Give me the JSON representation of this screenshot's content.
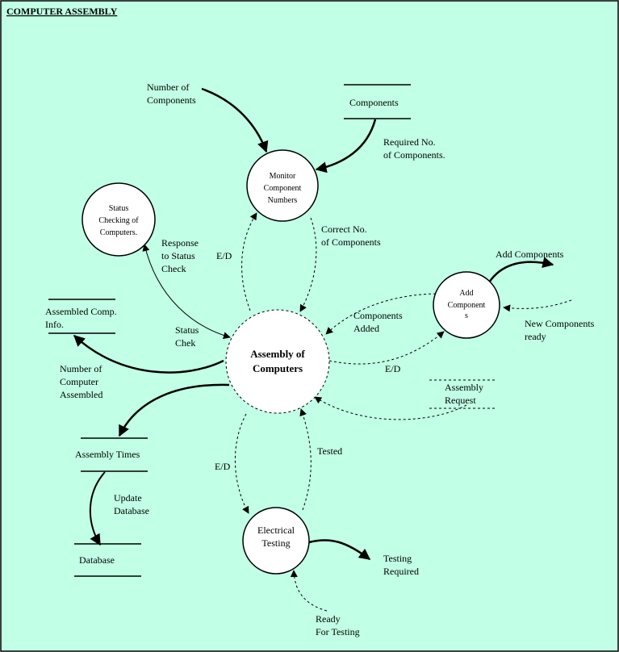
{
  "diagram": {
    "title": "COMPUTER ASSEMBLY",
    "colors": {
      "background": "#c1ffe6",
      "stroke": "#000000",
      "node_fill": "#ffffff"
    },
    "processes": {
      "assembly": [
        "Assembly of",
        "Computers"
      ],
      "monitor": [
        "Monitor",
        "Component",
        "Numbers"
      ],
      "status": [
        "Status",
        "Checking of",
        "Computers."
      ],
      "add": [
        "Add",
        "Component",
        "s"
      ],
      "testing": [
        "Electrical",
        "Testing"
      ]
    },
    "stores": {
      "components": "Components",
      "assembled_info": [
        "Assembled Comp.",
        "Info."
      ],
      "assembly_times": "Assembly Times",
      "database": "Database",
      "assembly_request": [
        "Assembly",
        "Request"
      ]
    },
    "flows": {
      "number_of_components": [
        "Number of",
        "Components"
      ],
      "required_no": [
        "Required No.",
        "of Components."
      ],
      "correct_no": [
        "Correct No.",
        "of Components"
      ],
      "ed_monitor": "E/D",
      "response": [
        "Response",
        "to Status",
        "Check"
      ],
      "status_chek": [
        "Status",
        "Chek"
      ],
      "add_components": "Add Components",
      "new_components": [
        "New Components",
        "ready"
      ],
      "components_added": [
        "Components",
        "Added"
      ],
      "ed_add": "E/D",
      "number_assembled": [
        "Number of",
        "Computer",
        "Assembled"
      ],
      "update_database": [
        "Update",
        "Database"
      ],
      "ed_testing": "E/D",
      "tested": "Tested",
      "testing_required": [
        "Testing",
        "Required"
      ],
      "ready_for_testing": [
        "Ready",
        "For Testing"
      ]
    }
  }
}
